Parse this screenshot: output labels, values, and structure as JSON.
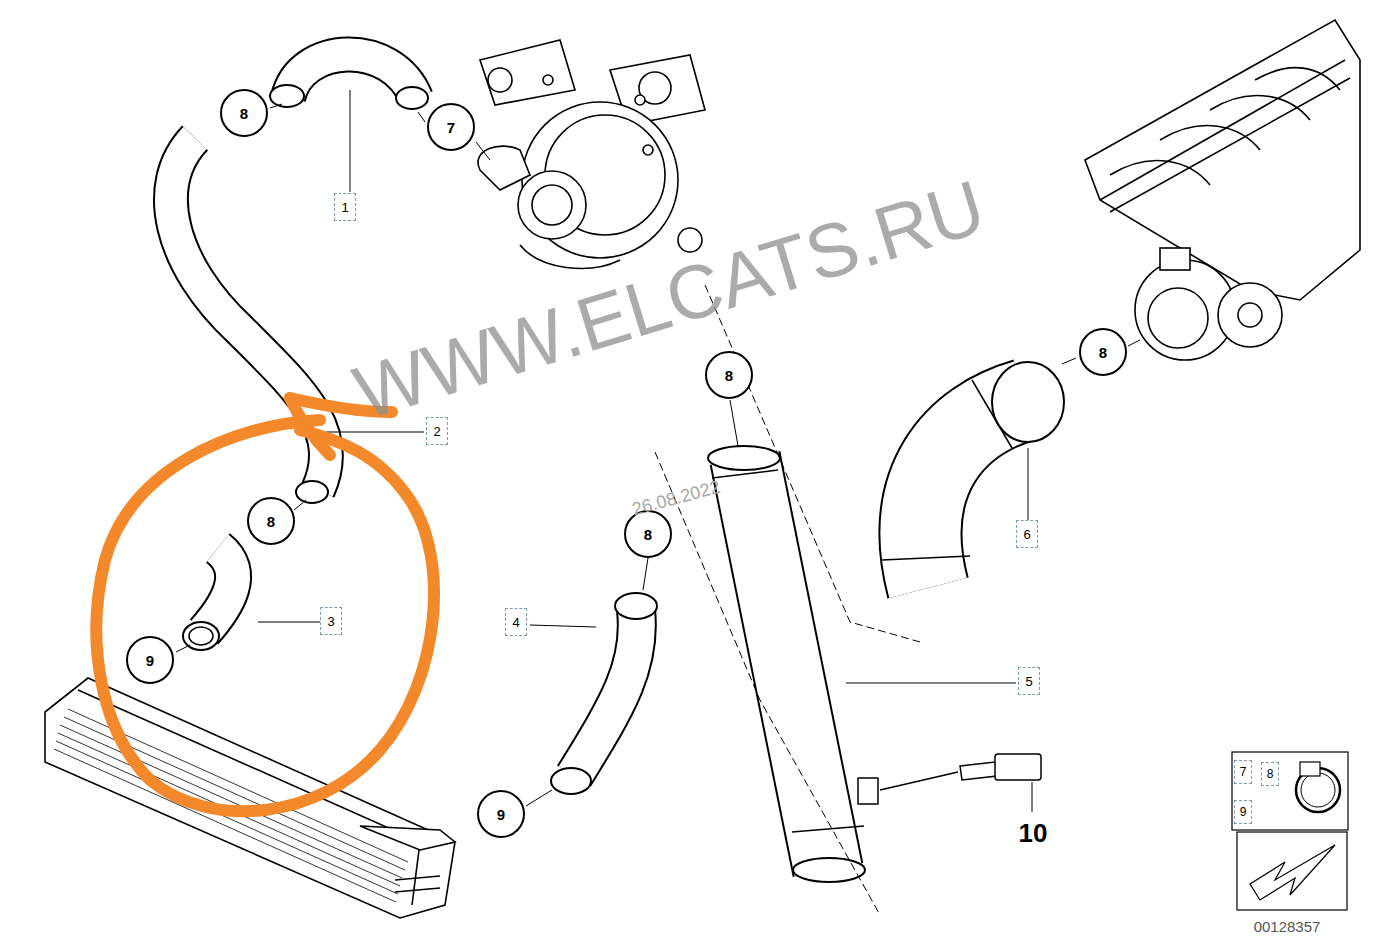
{
  "diagram": {
    "nodes": [
      {
        "text": [
          "8"
        ]
      },
      {
        "text": [
          "7"
        ]
      },
      {
        "text": [
          "1"
        ]
      },
      {
        "text": [
          "8"
        ]
      },
      {
        "text": [
          "8"
        ]
      },
      {
        "text": [
          "2"
        ]
      },
      {
        "text": [
          "8"
        ]
      },
      {
        "text": [
          "8"
        ]
      },
      {
        "text": [
          "6"
        ]
      },
      {
        "text": [
          "3"
        ]
      },
      {
        "text": [
          "4"
        ]
      },
      {
        "text": [
          "9"
        ]
      },
      {
        "text": [
          "5"
        ]
      },
      {
        "text": [
          "7"
        ]
      },
      {
        "text": [
          "8"
        ]
      },
      {
        "text": [
          "9"
        ]
      },
      {
        "text": [
          "9"
        ]
      }
    ],
    "labels": [
      "WWW.ELCATS.RU",
      "26.08.2022",
      "10",
      "00128357"
    ]
  }
}
